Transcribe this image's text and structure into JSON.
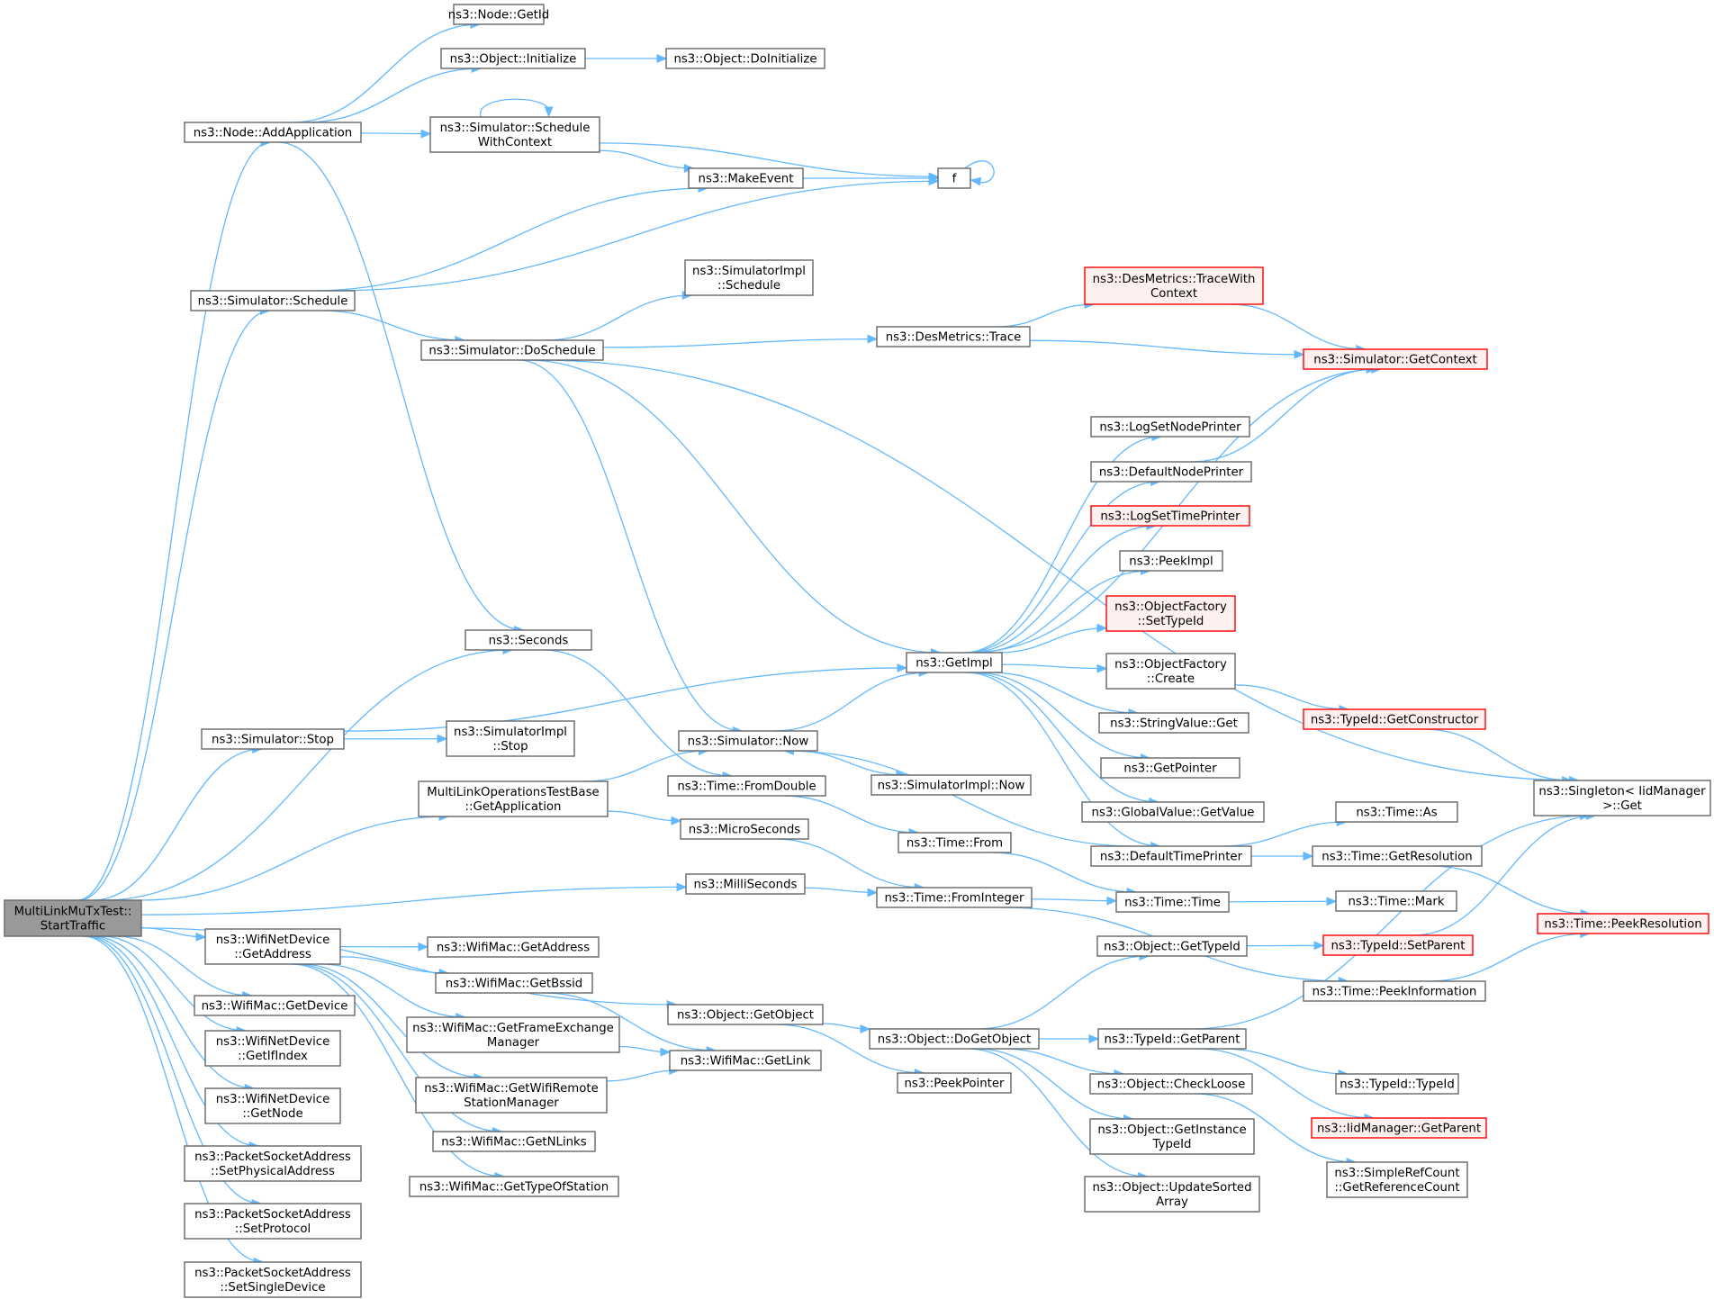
{
  "graph": {
    "title": "",
    "colors": {
      "edge": "#63b8ff",
      "node_border": "#666666",
      "root_fill": "#999999",
      "highlight_border": "#ff0000",
      "highlight_fill": "#fff0f0"
    },
    "nodes": {
      "root": {
        "lines": [
          "MultiLinkMuTxTest::",
          "StartTraffic"
        ],
        "style": "root"
      },
      "addApplication": {
        "lines": [
          "ns3::Node::AddApplication"
        ]
      },
      "getId": {
        "lines": [
          "ns3::Node::GetId"
        ]
      },
      "objInitialize": {
        "lines": [
          "ns3::Object::Initialize"
        ]
      },
      "doInitialize": {
        "lines": [
          "ns3::Object::DoInitialize"
        ]
      },
      "scheduleWithContext": {
        "lines": [
          "ns3::Simulator::Schedule",
          "WithContext"
        ]
      },
      "makeEvent": {
        "lines": [
          "ns3::MakeEvent"
        ]
      },
      "f": {
        "lines": [
          "f"
        ]
      },
      "simSchedule": {
        "lines": [
          "ns3::Simulator::Schedule"
        ]
      },
      "simImplSchedule": {
        "lines": [
          "ns3::SimulatorImpl",
          "::Schedule"
        ]
      },
      "doSchedule": {
        "lines": [
          "ns3::Simulator::DoSchedule"
        ]
      },
      "desTraceWithContext": {
        "lines": [
          "ns3::DesMetrics::TraceWith",
          "Context"
        ],
        "style": "red"
      },
      "desTrace": {
        "lines": [
          "ns3::DesMetrics::Trace"
        ]
      },
      "getContext": {
        "lines": [
          "ns3::Simulator::GetContext"
        ],
        "style": "red"
      },
      "logSetNodePrinter": {
        "lines": [
          "ns3::LogSetNodePrinter"
        ]
      },
      "defaultNodePrinter": {
        "lines": [
          "ns3::DefaultNodePrinter"
        ]
      },
      "logSetTimePrinter": {
        "lines": [
          "ns3::LogSetTimePrinter"
        ],
        "style": "red"
      },
      "peekImpl": {
        "lines": [
          "ns3::PeekImpl"
        ]
      },
      "ofSetTypeId": {
        "lines": [
          "ns3::ObjectFactory",
          "::SetTypeId"
        ],
        "style": "red"
      },
      "seconds": {
        "lines": [
          "ns3::Seconds"
        ]
      },
      "getImpl": {
        "lines": [
          "ns3::GetImpl"
        ]
      },
      "ofCreate": {
        "lines": [
          "ns3::ObjectFactory",
          "::Create"
        ]
      },
      "typeIdGetConstructor": {
        "lines": [
          "ns3::TypeId::GetConstructor"
        ],
        "style": "red"
      },
      "stringValueGet": {
        "lines": [
          "ns3::StringValue::Get"
        ]
      },
      "simStop": {
        "lines": [
          "ns3::Simulator::Stop"
        ]
      },
      "simImplStop": {
        "lines": [
          "ns3::SimulatorImpl",
          "::Stop"
        ]
      },
      "simNow": {
        "lines": [
          "ns3::Simulator::Now"
        ]
      },
      "getPointer": {
        "lines": [
          "ns3::GetPointer"
        ]
      },
      "singletonGet": {
        "lines": [
          "ns3::Singleton< IidManager",
          " >::Get"
        ]
      },
      "getApplication": {
        "lines": [
          "MultiLinkOperationsTestBase",
          "::GetApplication"
        ]
      },
      "timeFromDouble": {
        "lines": [
          "ns3::Time::FromDouble"
        ]
      },
      "simImplNow": {
        "lines": [
          "ns3::SimulatorImpl::Now"
        ]
      },
      "globalValueGetValue": {
        "lines": [
          "ns3::GlobalValue::GetValue"
        ]
      },
      "timeAs": {
        "lines": [
          "ns3::Time::As"
        ]
      },
      "microSeconds": {
        "lines": [
          "ns3::MicroSeconds"
        ]
      },
      "timeFrom": {
        "lines": [
          "ns3::Time::From"
        ]
      },
      "defaultTimePrinter": {
        "lines": [
          "ns3::DefaultTimePrinter"
        ]
      },
      "timeGetResolution": {
        "lines": [
          "ns3::Time::GetResolution"
        ]
      },
      "milliSeconds": {
        "lines": [
          "ns3::MilliSeconds"
        ]
      },
      "timeFromInteger": {
        "lines": [
          "ns3::Time::FromInteger"
        ]
      },
      "timeTime": {
        "lines": [
          "ns3::Time::Time"
        ]
      },
      "timeMark": {
        "lines": [
          "ns3::Time::Mark"
        ]
      },
      "timePeekResolution": {
        "lines": [
          "ns3::Time::PeekResolution"
        ],
        "style": "red"
      },
      "wndGetAddress": {
        "lines": [
          "ns3::WifiNetDevice",
          "::GetAddress"
        ]
      },
      "wmGetAddress": {
        "lines": [
          "ns3::WifiMac::GetAddress"
        ]
      },
      "objGetTypeId": {
        "lines": [
          "ns3::Object::GetTypeId"
        ]
      },
      "typeIdSetParent": {
        "lines": [
          "ns3::TypeId::SetParent"
        ],
        "style": "red"
      },
      "wmGetBssid": {
        "lines": [
          "ns3::WifiMac::GetBssid"
        ]
      },
      "timePeekInformation": {
        "lines": [
          "ns3::Time::PeekInformation"
        ]
      },
      "wmGetDevice": {
        "lines": [
          "ns3::WifiMac::GetDevice"
        ]
      },
      "objGetObject": {
        "lines": [
          "ns3::Object::GetObject"
        ]
      },
      "wmGetFEM": {
        "lines": [
          "ns3::WifiMac::GetFrameExchange",
          "Manager"
        ]
      },
      "objDoGetObject": {
        "lines": [
          "ns3::Object::DoGetObject"
        ]
      },
      "typeIdGetParent": {
        "lines": [
          "ns3::TypeId::GetParent"
        ]
      },
      "wndGetIfIndex": {
        "lines": [
          "ns3::WifiNetDevice",
          "::GetIfIndex"
        ]
      },
      "wmGetLink": {
        "lines": [
          "ns3::WifiMac::GetLink"
        ]
      },
      "peekPointer": {
        "lines": [
          "ns3::PeekPointer"
        ]
      },
      "objCheckLoose": {
        "lines": [
          "ns3::Object::CheckLoose"
        ]
      },
      "typeIdTypeId": {
        "lines": [
          "ns3::TypeId::TypeId"
        ]
      },
      "wmGetWRSM": {
        "lines": [
          "ns3::WifiMac::GetWifiRemote",
          "StationManager"
        ]
      },
      "wndGetNode": {
        "lines": [
          "ns3::WifiNetDevice",
          "::GetNode"
        ]
      },
      "iidGetParent": {
        "lines": [
          "ns3::IidManager::GetParent"
        ],
        "style": "red"
      },
      "objGetInstanceTypeId": {
        "lines": [
          "ns3::Object::GetInstance",
          "TypeId"
        ]
      },
      "wmGetNLinks": {
        "lines": [
          "ns3::WifiMac::GetNLinks"
        ]
      },
      "simpleRefCount": {
        "lines": [
          "ns3::SimpleRefCount",
          "::GetReferenceCount"
        ]
      },
      "psaSetPhysicalAddress": {
        "lines": [
          "ns3::PacketSocketAddress",
          "::SetPhysicalAddress"
        ]
      },
      "wmGetTypeOfStation": {
        "lines": [
          "ns3::WifiMac::GetTypeOfStation"
        ]
      },
      "objUpdateSortedArray": {
        "lines": [
          "ns3::Object::UpdateSorted",
          "Array"
        ]
      },
      "psaSetProtocol": {
        "lines": [
          "ns3::PacketSocketAddress",
          "::SetProtocol"
        ]
      },
      "psaSetSingleDevice": {
        "lines": [
          "ns3::PacketSocketAddress",
          "::SetSingleDevice"
        ]
      }
    },
    "edges": [
      [
        "root",
        "addApplication"
      ],
      [
        "root",
        "seconds"
      ],
      [
        "root",
        "simSchedule"
      ],
      [
        "root",
        "simStop"
      ],
      [
        "root",
        "getApplication"
      ],
      [
        "root",
        "milliSeconds"
      ],
      [
        "root",
        "objGetObject"
      ],
      [
        "root",
        "wndGetAddress"
      ],
      [
        "root",
        "wmGetDevice"
      ],
      [
        "root",
        "wndGetIfIndex"
      ],
      [
        "root",
        "wndGetNode"
      ],
      [
        "root",
        "psaSetPhysicalAddress"
      ],
      [
        "root",
        "psaSetProtocol"
      ],
      [
        "root",
        "psaSetSingleDevice"
      ],
      [
        "addApplication",
        "getId"
      ],
      [
        "addApplication",
        "objInitialize"
      ],
      [
        "addApplication",
        "scheduleWithContext"
      ],
      [
        "addApplication",
        "seconds"
      ],
      [
        "objInitialize",
        "doInitialize"
      ],
      [
        "scheduleWithContext",
        "scheduleWithContext"
      ],
      [
        "scheduleWithContext",
        "makeEvent"
      ],
      [
        "scheduleWithContext",
        "f"
      ],
      [
        "makeEvent",
        "f"
      ],
      [
        "f",
        "f"
      ],
      [
        "simSchedule",
        "makeEvent"
      ],
      [
        "simSchedule",
        "f"
      ],
      [
        "simSchedule",
        "doSchedule"
      ],
      [
        "doSchedule",
        "simImplSchedule"
      ],
      [
        "doSchedule",
        "desTrace"
      ],
      [
        "doSchedule",
        "getImpl"
      ],
      [
        "doSchedule",
        "simNow"
      ],
      [
        "doSchedule",
        "singletonGet"
      ],
      [
        "desTrace",
        "desTraceWithContext"
      ],
      [
        "desTrace",
        "getContext"
      ],
      [
        "desTraceWithContext",
        "getContext"
      ],
      [
        "getImpl",
        "getContext"
      ],
      [
        "getImpl",
        "logSetNodePrinter"
      ],
      [
        "getImpl",
        "defaultNodePrinter"
      ],
      [
        "getImpl",
        "logSetTimePrinter"
      ],
      [
        "getImpl",
        "peekImpl"
      ],
      [
        "getImpl",
        "ofSetTypeId"
      ],
      [
        "getImpl",
        "ofCreate"
      ],
      [
        "getImpl",
        "stringValueGet"
      ],
      [
        "getImpl",
        "getPointer"
      ],
      [
        "getImpl",
        "globalValueGetValue"
      ],
      [
        "getImpl",
        "defaultTimePrinter"
      ],
      [
        "defaultNodePrinter",
        "getContext"
      ],
      [
        "ofCreate",
        "typeIdGetConstructor"
      ],
      [
        "typeIdGetConstructor",
        "singletonGet"
      ],
      [
        "seconds",
        "timeFromDouble"
      ],
      [
        "simStop",
        "getImpl"
      ],
      [
        "simStop",
        "simImplStop"
      ],
      [
        "simNow",
        "getImpl"
      ],
      [
        "simNow",
        "simImplNow"
      ],
      [
        "getApplication",
        "simNow"
      ],
      [
        "getApplication",
        "microSeconds"
      ],
      [
        "timeFromDouble",
        "timeFrom"
      ],
      [
        "timeFrom",
        "timeTime"
      ],
      [
        "microSeconds",
        "timeFromInteger"
      ],
      [
        "milliSeconds",
        "timeFromInteger"
      ],
      [
        "timeFromInteger",
        "timeTime"
      ],
      [
        "timeFromInteger",
        "timePeekInformation"
      ],
      [
        "timeTime",
        "timeMark"
      ],
      [
        "defaultTimePrinter",
        "simNow"
      ],
      [
        "defaultTimePrinter",
        "timeAs"
      ],
      [
        "defaultTimePrinter",
        "timeGetResolution"
      ],
      [
        "timeGetResolution",
        "timePeekResolution"
      ],
      [
        "timePeekInformation",
        "timePeekResolution"
      ],
      [
        "wndGetAddress",
        "wmGetAddress"
      ],
      [
        "wndGetAddress",
        "wmGetBssid"
      ],
      [
        "wndGetAddress",
        "wmGetFEM"
      ],
      [
        "wndGetAddress",
        "wmGetWRSM"
      ],
      [
        "wndGetAddress",
        "wmGetNLinks"
      ],
      [
        "wndGetAddress",
        "wmGetTypeOfStation"
      ],
      [
        "wmGetBssid",
        "wmGetLink"
      ],
      [
        "wmGetFEM",
        "wmGetLink"
      ],
      [
        "wmGetWRSM",
        "wmGetLink"
      ],
      [
        "objGetObject",
        "objDoGetObject"
      ],
      [
        "objGetObject",
        "peekPointer"
      ],
      [
        "objDoGetObject",
        "objGetTypeId"
      ],
      [
        "objDoGetObject",
        "typeIdGetParent"
      ],
      [
        "objDoGetObject",
        "objCheckLoose"
      ],
      [
        "objDoGetObject",
        "objGetInstanceTypeId"
      ],
      [
        "objDoGetObject",
        "objUpdateSortedArray"
      ],
      [
        "objGetTypeId",
        "typeIdSetParent"
      ],
      [
        "typeIdSetParent",
        "singletonGet"
      ],
      [
        "typeIdGetParent",
        "singletonGet"
      ],
      [
        "typeIdGetParent",
        "typeIdTypeId"
      ],
      [
        "typeIdGetParent",
        "iidGetParent"
      ],
      [
        "objCheckLoose",
        "simpleRefCount"
      ]
    ]
  }
}
